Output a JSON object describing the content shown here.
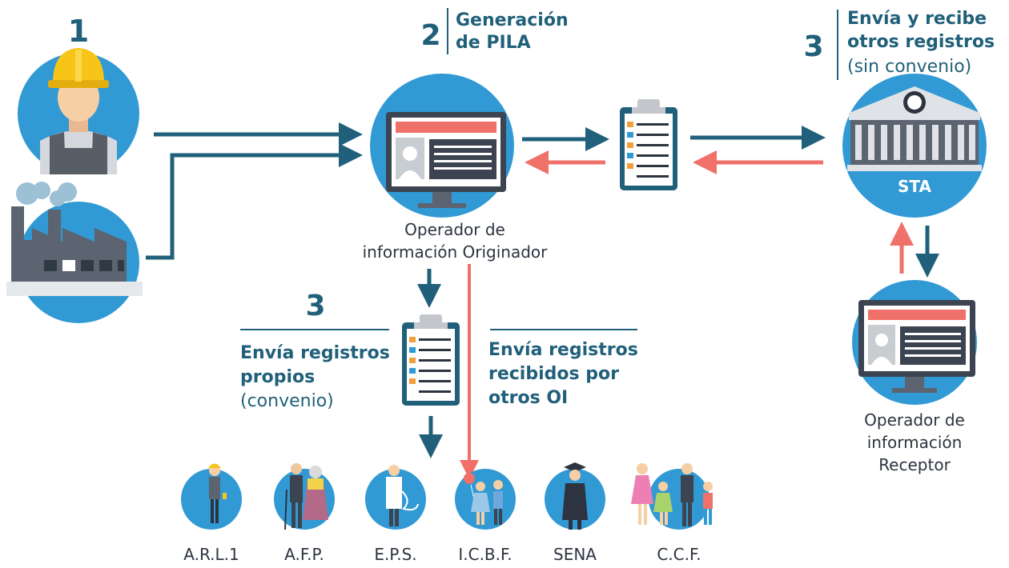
{
  "step1": {
    "number": "1"
  },
  "step2": {
    "number": "2",
    "title_line1": "Generación",
    "title_line2": "de PILA"
  },
  "step3_right": {
    "number": "3",
    "title_line1": "Envía y recibe",
    "title_line2": "otros registros",
    "subtitle": "(sin convenio)"
  },
  "step3_left": {
    "number": "3",
    "title_line1": "Envía registros",
    "title_line2": "propios",
    "subtitle": "(convenio)"
  },
  "center_note": {
    "line1": "Envía registros",
    "line2": "recibidos por",
    "line3": "otros OI"
  },
  "originator": {
    "line1": "Operador de",
    "line2": "información Originador"
  },
  "receiver": {
    "line1": "Operador de",
    "line2": "información",
    "line3": "Receptor"
  },
  "sta": {
    "label": "STA"
  },
  "entities": [
    {
      "label": "A.R.L.1"
    },
    {
      "label": "A.F.P."
    },
    {
      "label": "E.P.S."
    },
    {
      "label": "I.C.B.F."
    },
    {
      "label": "SENA"
    },
    {
      "label": "C.C.F."
    }
  ],
  "colors": {
    "primary": "#21607a",
    "accent": "#f0706a",
    "circle": "#3199d4",
    "text_dark": "#2d3440"
  },
  "icons": [
    "worker-icon",
    "factory-icon",
    "monitor-icon",
    "clipboard-icon",
    "government-building-icon",
    "arrow-icon"
  ]
}
